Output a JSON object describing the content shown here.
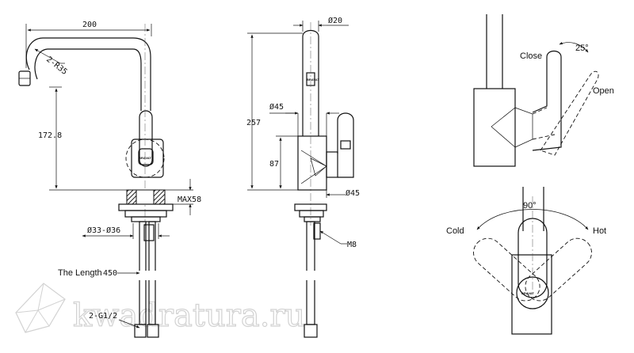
{
  "dimensions": {
    "width_200": "200",
    "radius": "2-R35",
    "height_172": "172.8",
    "max": "MAX58",
    "dia_33_36": "Ø33-Ø36",
    "length_label": "The Length",
    "length_value": "450",
    "thread": "2-G1/2",
    "dia_20": "Ø20",
    "height_257": "257",
    "dia_45_top": "Ø45",
    "height_87": "87",
    "dia_45_bottom": "Ø45",
    "m8": "M8"
  },
  "brand": "BRAVAT",
  "labels": {
    "close": "Close",
    "open": "Open",
    "angle_25": "25°",
    "angle_90": "90°",
    "cold": "Cold",
    "hot": "Hot"
  },
  "watermark": "kwadratura.ru"
}
